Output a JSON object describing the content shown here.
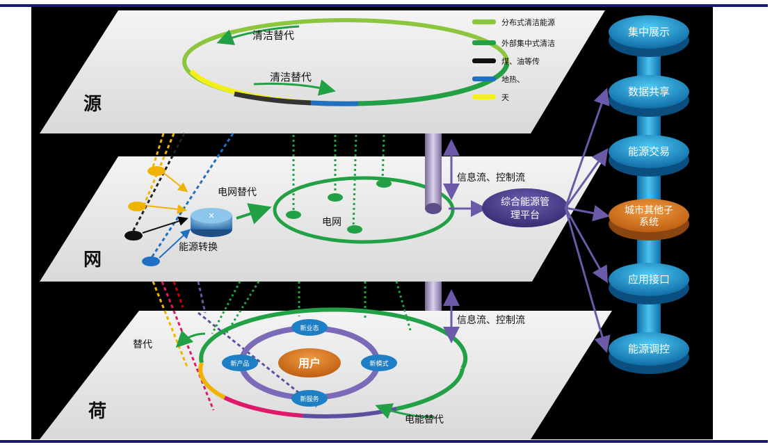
{
  "layers": {
    "source": "源",
    "grid": "网",
    "load": "荷"
  },
  "source_layer": {
    "ring_label_top": "清洁替代",
    "ring_label_bottom": "清洁替代",
    "legend": [
      {
        "label": "分布式清洁能源",
        "color": "#8cc63f"
      },
      {
        "label": "外部集中式清洁",
        "color": "#22a045"
      },
      {
        "label": "煤、油等传",
        "color": "#111111"
      },
      {
        "label": "地热、",
        "color": "#1f6fc2"
      },
      {
        "label": "天",
        "color": "#f2ef1b"
      }
    ]
  },
  "grid_layer": {
    "grid_substitution": "电网替代",
    "energy_conversion": "能源转换",
    "grid_label": "电网",
    "info_flow": "信息流、控制流",
    "platform": [
      "综合能源管",
      "理平台"
    ]
  },
  "load_layer": {
    "substitution_left": "替代",
    "electric_substitution": "电能替代",
    "info_flow": "信息流、控制流",
    "user": "用户",
    "satellites": [
      "新业态",
      "新模式",
      "新服务",
      "新产品"
    ]
  },
  "right_column": {
    "items": [
      "集中展示",
      "数据共享",
      "能源交易",
      "城市其他子系统",
      "应用接口",
      "能源调控"
    ],
    "item4_lines": [
      "城市其他子",
      "系统"
    ]
  },
  "colors": {
    "platform": "#4a3b8c",
    "cylinder": "#2fa7dc",
    "orange_node": "#d8751c",
    "arrow_purple": "#6a5aa8"
  }
}
